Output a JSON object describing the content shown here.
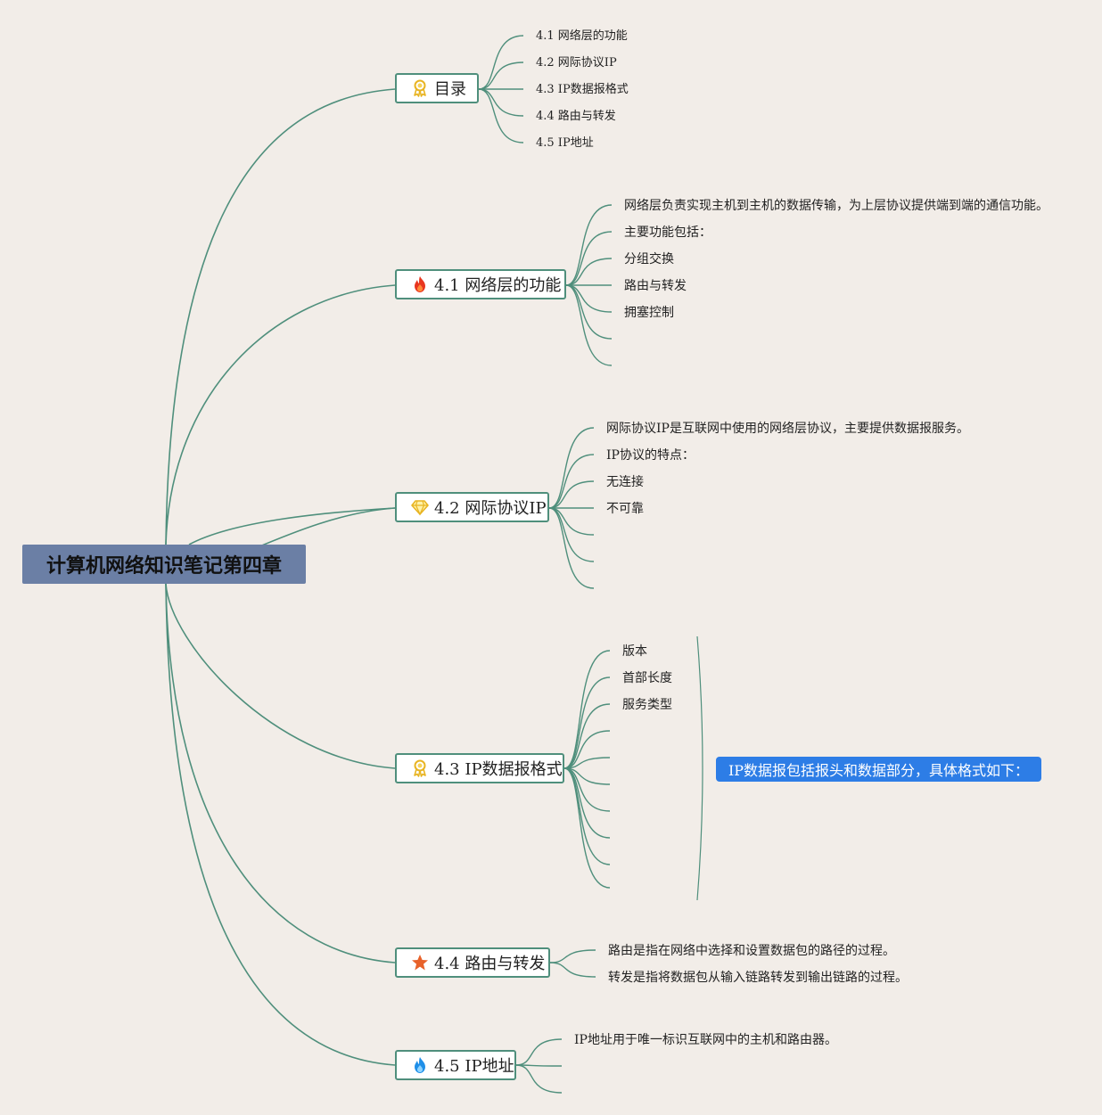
{
  "root": {
    "title": "计算机网络知识笔记第四章"
  },
  "topics": {
    "toc": {
      "label": "目录",
      "icon": "award-ribbon-icon",
      "items": [
        "4.1 网络层的功能",
        "4.2 网际协议IP",
        "4.3 IP数据报格式",
        "4.4 路由与转发",
        "4.5 IP地址"
      ]
    },
    "t41": {
      "label": "4.1 网络层的功能",
      "icon": "fire-icon",
      "items": [
        "网络层负责实现主机到主机的数据传输，为上层协议提供端到端的通信功能。",
        "主要功能包括：",
        "分组交换",
        "路由与转发",
        "拥塞控制"
      ]
    },
    "t42": {
      "label": "4.2 网际协议IP",
      "icon": "diamond-icon",
      "items": [
        "网际协议IP是互联网中使用的网络层协议，主要提供数据报服务。",
        "IP协议的特点：",
        "无连接",
        "不可靠"
      ]
    },
    "t43": {
      "label": "4.3 IP数据报格式",
      "icon": "award-ribbon-icon",
      "items": [
        "版本",
        "首部长度",
        "服务类型"
      ],
      "callout": "IP数据报包括报头和数据部分，具体格式如下："
    },
    "t44": {
      "label": "4.4 路由与转发",
      "icon": "star-icon",
      "items": [
        "路由是指在网络中选择和设置数据包的路径的过程。",
        "转发是指将数据包从输入链路转发到输出链路的过程。"
      ]
    },
    "t45": {
      "label": "4.5 IP地址",
      "icon": "blue-flame-icon",
      "items": [
        "IP地址用于唯一标识互联网中的主机和路由器。"
      ]
    }
  },
  "colors": {
    "background": "#f2ede8",
    "root": "#6b7fa5",
    "link": "#4f8f7c",
    "callout": "#2d7de6"
  }
}
